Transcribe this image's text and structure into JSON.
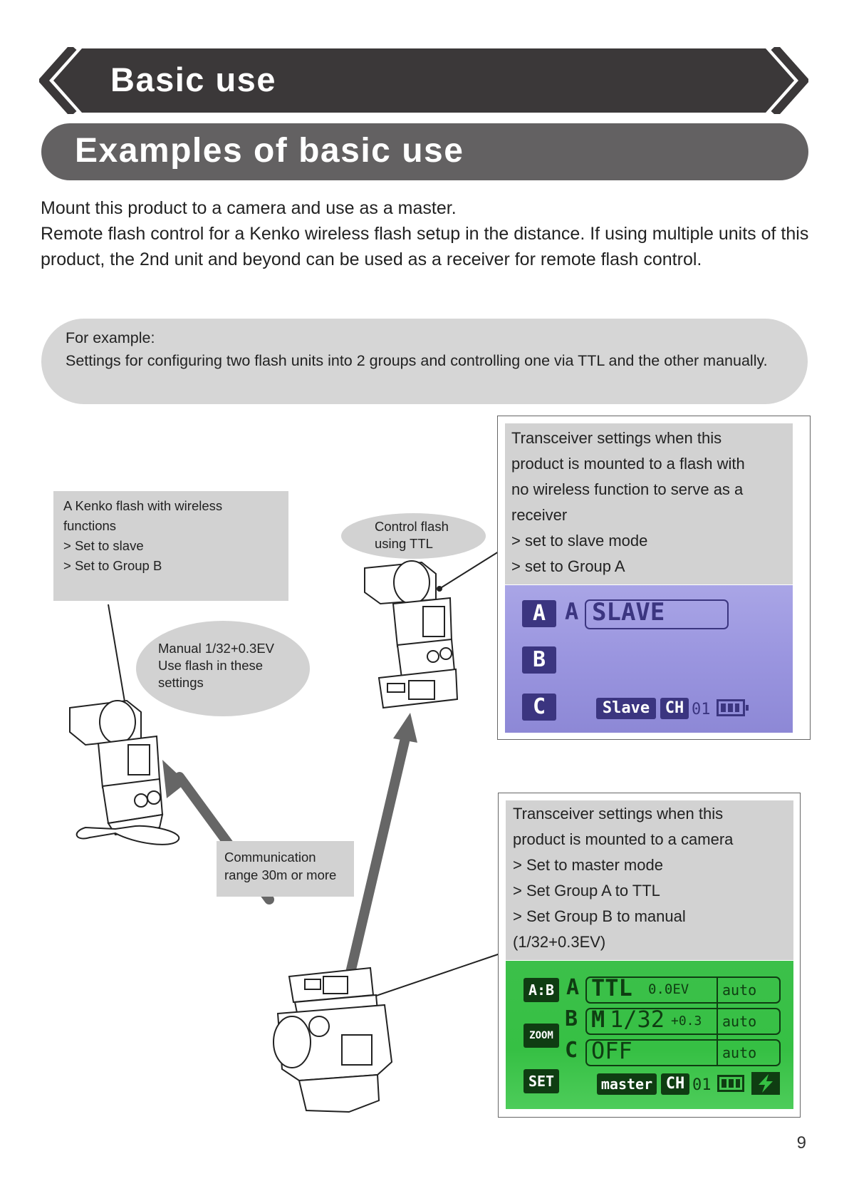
{
  "header": {
    "title": "Basic use"
  },
  "section": {
    "title": "Examples of basic use"
  },
  "intro": {
    "line1": "Mount this product to a camera and use as a master.",
    "line2": "Remote flash control for a Kenko wireless flash setup in the distance. If using multiple units of this product, the 2nd unit and beyond can be used as a receiver for remote flash control."
  },
  "example": {
    "label": "For example:",
    "text": "Settings for configuring two flash units into 2 groups and controlling one via TTL and the other manually."
  },
  "receiver_settings": {
    "lines": [
      "Transceiver settings when this",
      "product is mounted  to a flash with",
      "no wireless function to serve as a",
      "receiver",
      "> set to slave mode",
      "> set to Group A"
    ],
    "lcd": {
      "chip_a": "A",
      "chip_b": "B",
      "chip_c": "C",
      "group_label": "A",
      "mode_value": "SLAVE",
      "mode_badge": "Slave",
      "ch_badge": "CH",
      "channel": "01"
    }
  },
  "master_settings": {
    "lines": [
      "Transceiver settings when this",
      "product is mounted to a camera",
      "> Set to master mode",
      "> Set Group A to TTL",
      "> Set Group B to manual",
      "(1/32+0.3EV)"
    ],
    "lcd": {
      "icon_ab": "A:B",
      "icon_zoom": "ZOOM",
      "icon_set": "SET",
      "row_a": {
        "group": "A",
        "mode": "TTL",
        "value": "0.0EV",
        "zoom": "auto"
      },
      "row_b": {
        "group": "B",
        "mode": "M",
        "value": "1/32",
        "comp": "+0.3",
        "zoom": "auto"
      },
      "row_c": {
        "group": "C",
        "mode": "OFF",
        "zoom": "auto"
      },
      "mode_badge": "master",
      "ch_badge": "CH",
      "channel": "01"
    }
  },
  "callouts": {
    "kenko_flash": [
      "A Kenko flash with wireless",
      "functions",
      "> Set to slave",
      "> Set to Group B"
    ],
    "control_ttl": [
      "Control flash",
      "using TTL"
    ],
    "manual": [
      "Manual 1/32+0.3EV",
      "Use flash in these",
      "settings"
    ],
    "range": [
      "Communication",
      "range 30m or more"
    ]
  },
  "page_number": "9",
  "colors": {
    "banner": "#3b3839",
    "section_pill": "#636162",
    "example_pill": "#d6d6d6",
    "callout": "#d2d2d2",
    "lcd_purple": "#9a95df",
    "lcd_green": "#36c044",
    "arrow": "#666666"
  }
}
